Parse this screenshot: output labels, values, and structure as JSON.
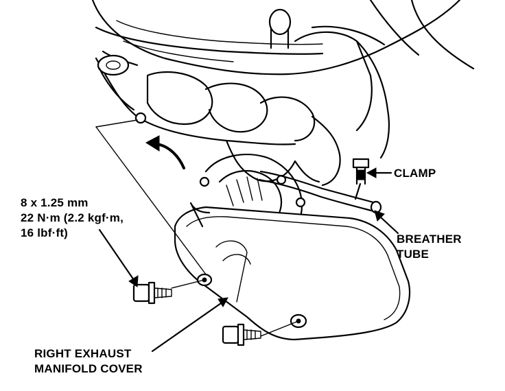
{
  "labels": {
    "clamp": "CLAMP",
    "breather_line1": "BREATHER",
    "breather_line2": "TUBE",
    "spec_line1": "8 x 1.25 mm",
    "spec_line2": "22 N·m (2.2 kgf·m,",
    "spec_line3": "16 lbf·ft)",
    "cover_line1": "RIGHT EXHAUST",
    "cover_line2": "MANIFOLD COVER"
  }
}
